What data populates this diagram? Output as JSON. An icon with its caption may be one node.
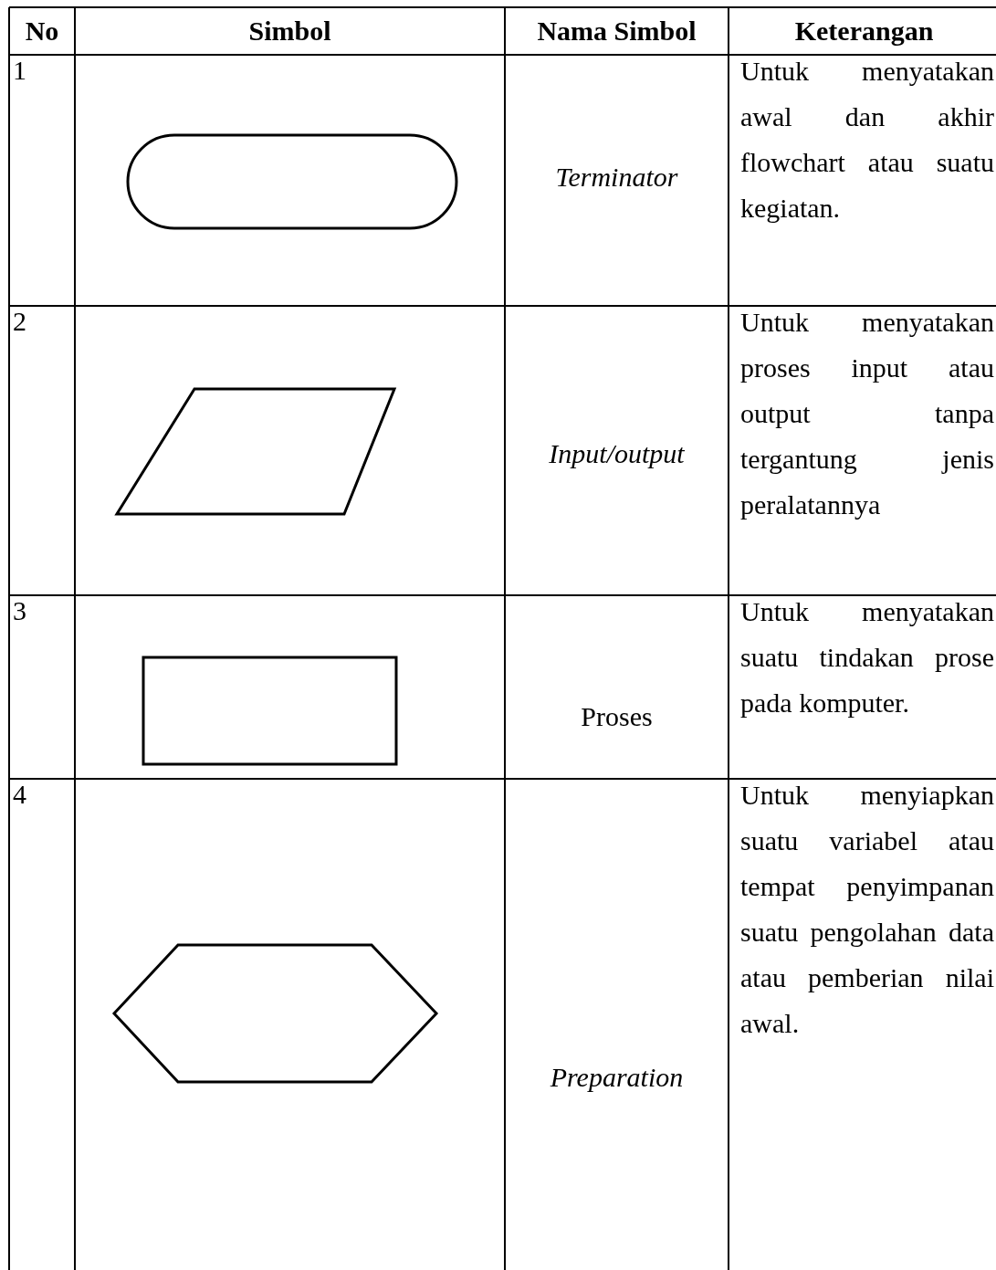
{
  "diagram": {
    "nodes": [
      {
        "text": [],
        "shape": "pill"
      },
      {
        "text": [],
        "shape": "parallelogram"
      },
      {
        "text": [],
        "shape": "box"
      },
      {
        "text": [],
        "shape": "hexagon"
      }
    ],
    "labels": [
      "No",
      "Simbol",
      "Nama Simbol",
      "Keterangan",
      "1",
      "Terminator",
      "Untuk menyatakan awal dan akhir flowchart atau suatu kegiatan.",
      "2",
      "Input/output",
      "Untuk menyatakan proses input atau output tanpa tergantung jenis peralatannya",
      "3",
      "Proses",
      "Untuk menyatakan suatu tindakan prose pada komputer.",
      "4",
      "Preparation",
      "Untuk menyiapkan suatu variabel atau tempat penyimpanan suatu pengolahan data atau pemberian nilai awal."
    ]
  }
}
